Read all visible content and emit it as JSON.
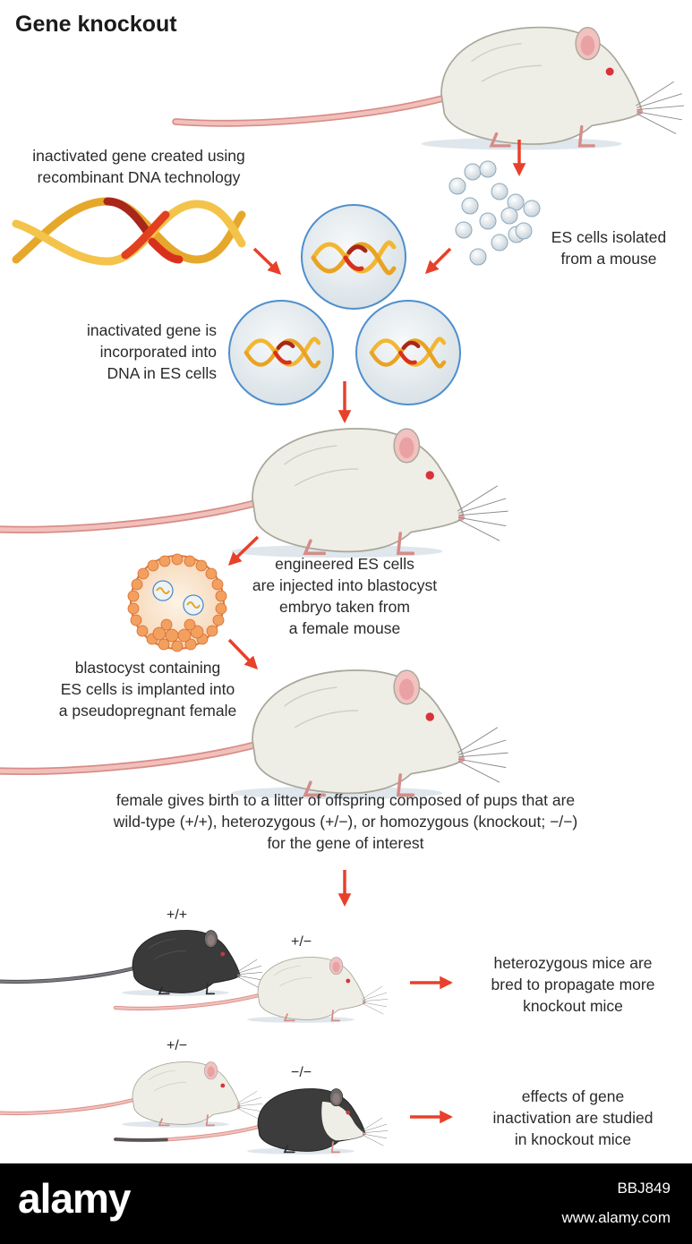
{
  "title": "Gene knockout",
  "labels": {
    "recombinant": [
      "inactivated gene created using",
      "recombinant DNA technology"
    ],
    "es_isolated": [
      "ES cells isolated",
      "from a mouse"
    ],
    "incorporated": [
      "inactivated gene is",
      "incorporated into",
      "DNA in ES cells"
    ],
    "injected": [
      "engineered ES cells",
      "are injected into blastocyst",
      "embryo taken from",
      "a female mouse"
    ],
    "implanted": [
      "blastocyst containing",
      "ES cells is implanted into",
      "a pseudopregnant female"
    ],
    "birth": [
      "female gives birth to a litter of offspring composed of pups that are",
      "wild-type (+/+), heterozygous (+/−), or homozygous (knockout; −/−)",
      "for the gene of interest"
    ],
    "bred": [
      "heterozygous mice are",
      "bred to propagate more",
      "knockout mice"
    ],
    "studied": [
      "effects of gene",
      "inactivation are studied",
      "in knockout mice"
    ]
  },
  "genotypes": {
    "wild": "+/+",
    "het_a": "+/−",
    "het_b": "+/−",
    "ko": "−/−"
  },
  "colors": {
    "arrow": "#e8402a",
    "fur_white": "#efeee6",
    "fur_black": "#3a3a3a",
    "tail_pink": "#e9a7a2",
    "cell_fill": "#e6ecef",
    "cell_border": "#4f8fcc",
    "dna_gold": "#f2b632",
    "dna_red": "#d9301e"
  },
  "footer": {
    "brand": "alamy",
    "image_id": "BBJ849",
    "site": "www.alamy.com"
  }
}
